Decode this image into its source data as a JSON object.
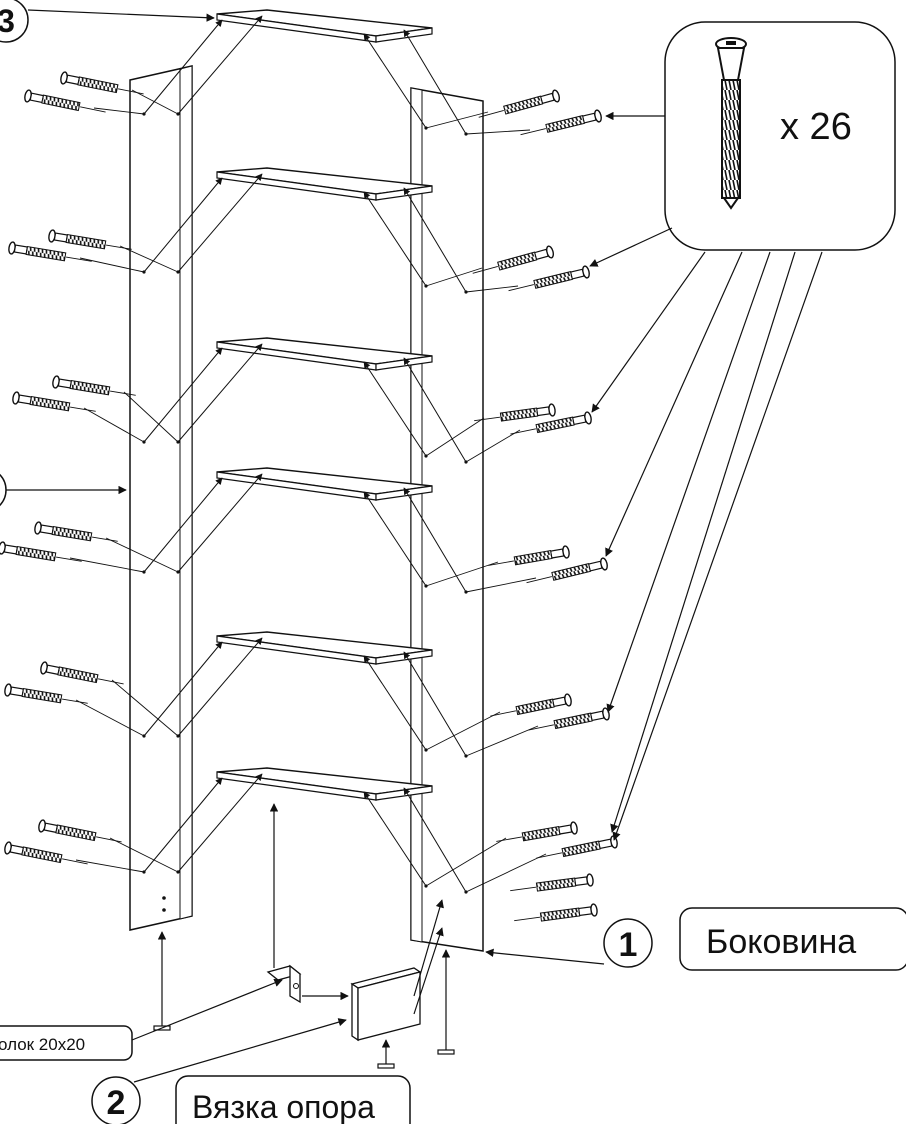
{
  "callouts": {
    "part1": {
      "number": "1",
      "label": "Боковина"
    },
    "part2": {
      "number": "2",
      "label": "Вязка опора"
    },
    "part3": {
      "number": "3"
    },
    "corner": {
      "label": "олок 20x20"
    }
  },
  "fastener": {
    "quantity": "x 26",
    "icon": "confirmat-screw-icon"
  },
  "colors": {
    "line": "#111111",
    "panel": "#ffffff",
    "thread": "#222222"
  }
}
